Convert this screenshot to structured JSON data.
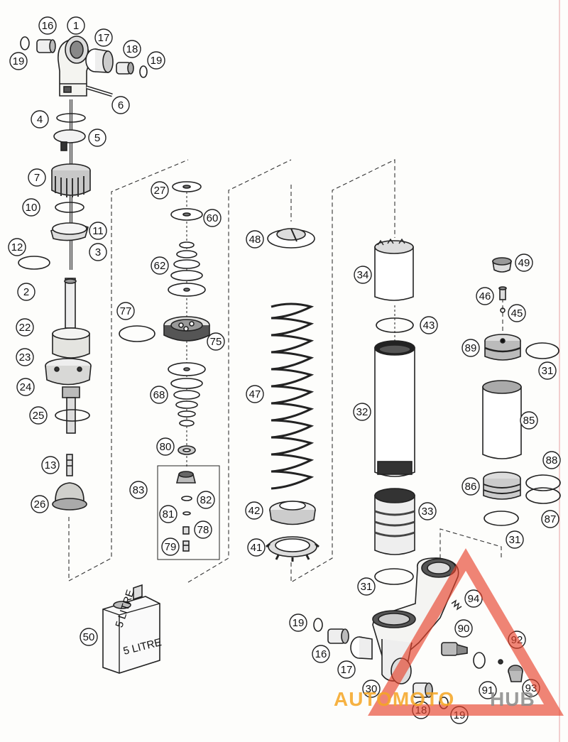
{
  "diagram": {
    "part_labels": [
      {
        "id": "1"
      },
      {
        "id": "16"
      },
      {
        "id": "17"
      },
      {
        "id": "18"
      },
      {
        "id": "19"
      },
      {
        "id": "19"
      },
      {
        "id": "6"
      },
      {
        "id": "4"
      },
      {
        "id": "5"
      },
      {
        "id": "7"
      },
      {
        "id": "10"
      },
      {
        "id": "11"
      },
      {
        "id": "12"
      },
      {
        "id": "3"
      },
      {
        "id": "2"
      },
      {
        "id": "22"
      },
      {
        "id": "23"
      },
      {
        "id": "24"
      },
      {
        "id": "25"
      },
      {
        "id": "13"
      },
      {
        "id": "26"
      },
      {
        "id": "27"
      },
      {
        "id": "60"
      },
      {
        "id": "62"
      },
      {
        "id": "77"
      },
      {
        "id": "75"
      },
      {
        "id": "68"
      },
      {
        "id": "80"
      },
      {
        "id": "83"
      },
      {
        "id": "82"
      },
      {
        "id": "81"
      },
      {
        "id": "78"
      },
      {
        "id": "79"
      },
      {
        "id": "48"
      },
      {
        "id": "47"
      },
      {
        "id": "42"
      },
      {
        "id": "41"
      },
      {
        "id": "34"
      },
      {
        "id": "43"
      },
      {
        "id": "32"
      },
      {
        "id": "33"
      },
      {
        "id": "31"
      },
      {
        "id": "49"
      },
      {
        "id": "46"
      },
      {
        "id": "45"
      },
      {
        "id": "89"
      },
      {
        "id": "31"
      },
      {
        "id": "85"
      },
      {
        "id": "88"
      },
      {
        "id": "86"
      },
      {
        "id": "87"
      },
      {
        "id": "31"
      },
      {
        "id": "94"
      },
      {
        "id": "90"
      },
      {
        "id": "92"
      },
      {
        "id": "19"
      },
      {
        "id": "16"
      },
      {
        "id": "17"
      },
      {
        "id": "30"
      },
      {
        "id": "18"
      },
      {
        "id": "19"
      },
      {
        "id": "91"
      },
      {
        "id": "93"
      },
      {
        "id": "50"
      }
    ],
    "oil_can": {
      "label_small": "5 LITRE",
      "label_large": "5 LITRE"
    },
    "watermark": {
      "part1": "AUTOMOTO",
      "part2": "HUB",
      "color_main": "#e8432c",
      "color_accent": "#f5a623",
      "color_gray": "#8a8a8a"
    }
  }
}
